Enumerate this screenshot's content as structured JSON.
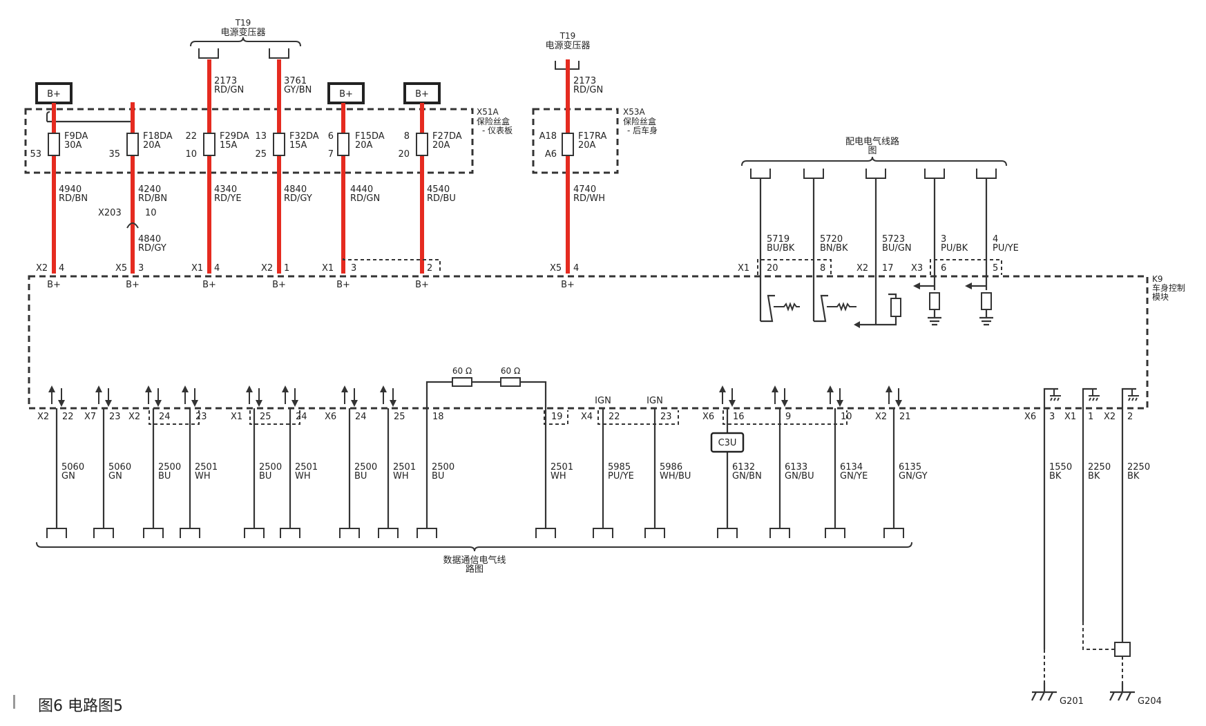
{
  "figure_caption": "图6   电路图5",
  "top_refs": {
    "left": {
      "code": "T19",
      "name": "电源变压器"
    },
    "right": {
      "code": "T19",
      "name": "电源变压器"
    }
  },
  "fuse_box_ip": {
    "code": "X51A",
    "line1": "保险丝盒",
    "line2": "- 仪表板"
  },
  "fuse_box_rear": {
    "code": "X53A",
    "line1": "保险丝盒",
    "line2": "- 后车身"
  },
  "power_ref": {
    "line1": "配电电气线路",
    "line2": "图"
  },
  "data_ref": {
    "line1": "数据通信电气线",
    "line2": "路图"
  },
  "module": {
    "code": "K9",
    "line1": "车身控制",
    "line2": "模块"
  },
  "bplus": "B+",
  "x203": {
    "code": "X203",
    "pin": "10"
  },
  "fuses": [
    {
      "name": "F9DA",
      "rating": "30A",
      "pin_in": "",
      "pin_out": "53",
      "out_code": "4940",
      "out_color": "RD/BN",
      "conn": "X2",
      "conn_pin": "4"
    },
    {
      "name": "F18DA",
      "rating": "20A",
      "pin_in": "",
      "pin_out": "35",
      "out_code": "4240",
      "out_color": "RD/BN",
      "conn": "X5",
      "conn_pin": "3"
    },
    {
      "name": "F29DA",
      "rating": "15A",
      "pin_in": "22",
      "pin_out": "10",
      "in_code": "2173",
      "in_color": "RD/GN",
      "out_code": "4340",
      "out_color": "RD/YE",
      "conn": "X1",
      "conn_pin": "4"
    },
    {
      "name": "F32DA",
      "rating": "15A",
      "pin_in": "13",
      "pin_out": "25",
      "in_code": "3761",
      "in_color": "GY/BN",
      "out_code": "4840",
      "out_color": "RD/GY",
      "conn": "X2",
      "conn_pin": "1"
    },
    {
      "name": "F15DA",
      "rating": "20A",
      "pin_in": "6",
      "pin_out": "7",
      "out_code": "4440",
      "out_color": "RD/GN",
      "conn": "X1",
      "conn_pin": "3"
    },
    {
      "name": "F27DA",
      "rating": "20A",
      "pin_in": "8",
      "pin_out": "20",
      "out_code": "4540",
      "out_color": "RD/BU",
      "conn": "",
      "conn_pin": "2"
    },
    {
      "name": "F17RA",
      "rating": "20A",
      "pin_in": "A18",
      "pin_out": "A6",
      "in_code": "2173",
      "in_color": "RD/GN",
      "out_code": "4740",
      "out_color": "RD/WH",
      "conn": "X5",
      "conn_pin": "4"
    }
  ],
  "x203_wire": {
    "code": "4840",
    "color": "RD/GY"
  },
  "inputs": [
    {
      "code": "5719",
      "color": "BU/BK",
      "conn": "X1",
      "pin": "20"
    },
    {
      "code": "5720",
      "color": "BN/BK",
      "conn": "",
      "pin": "8"
    },
    {
      "code": "5723",
      "color": "BU/GN",
      "conn": "X2",
      "pin": "17"
    },
    {
      "code": "3",
      "color": "PU/BK",
      "conn": "X3",
      "pin": "6"
    },
    {
      "code": "4",
      "color": "PU/YE",
      "conn": "",
      "pin": "5"
    }
  ],
  "bottom_wires": [
    {
      "conn": "X2",
      "pin": "22",
      "code": "5060",
      "color": "GN"
    },
    {
      "conn": "X7",
      "pin": "23",
      "code": "5060",
      "color": "GN"
    },
    {
      "conn": "X2",
      "pin": "24",
      "code": "2500",
      "color": "BU"
    },
    {
      "conn": "",
      "pin": "23",
      "code": "2501",
      "color": "WH"
    },
    {
      "conn": "X1",
      "pin": "25",
      "code": "2500",
      "color": "BU"
    },
    {
      "conn": "",
      "pin": "24",
      "code": "2501",
      "color": "WH"
    },
    {
      "conn": "X6",
      "pin": "24",
      "code": "2500",
      "color": "BU"
    },
    {
      "conn": "",
      "pin": "25",
      "code": "2501",
      "color": "WH"
    },
    {
      "conn": "",
      "pin": "18",
      "code": "2500",
      "color": "BU"
    },
    {
      "conn": "",
      "pin": "19",
      "code": "2501",
      "color": "WH"
    },
    {
      "conn": "X4",
      "pin": "22",
      "code": "5985",
      "color": "PU/YE",
      "tag": "IGN"
    },
    {
      "conn": "",
      "pin": "23",
      "code": "5986",
      "color": "WH/BU",
      "tag": "IGN"
    },
    {
      "conn": "X6",
      "pin": "16",
      "code": "6132",
      "color": "GN/BN"
    },
    {
      "conn": "",
      "pin": "9",
      "code": "6133",
      "color": "GN/BU"
    },
    {
      "conn": "",
      "pin": "10",
      "code": "6134",
      "color": "GN/YE"
    },
    {
      "conn": "X2",
      "pin": "21",
      "code": "6135",
      "color": "GN/GY"
    }
  ],
  "resistors": [
    "60 Ω",
    "60 Ω"
  ],
  "c3u": "C3U",
  "grounds": [
    {
      "conn": "X6",
      "pin": "3",
      "code": "1550",
      "color": "BK"
    },
    {
      "conn": "X1",
      "pin": "1",
      "code": "2250",
      "color": "BK"
    },
    {
      "conn": "X2",
      "pin": "2",
      "code": "2250",
      "color": "BK"
    }
  ],
  "ground_points": [
    "G201",
    "G204"
  ]
}
